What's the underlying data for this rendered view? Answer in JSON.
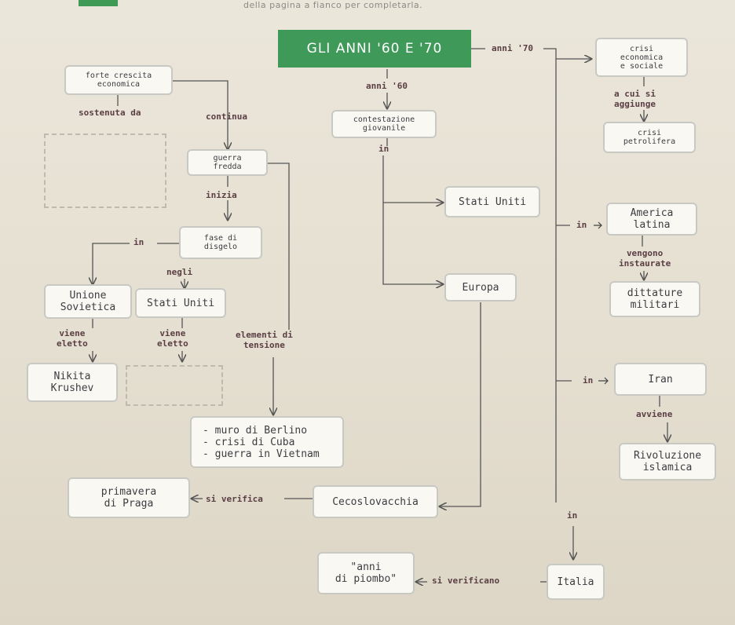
{
  "header": "della pagina a fianco per completarla.",
  "title": "GLI ANNI '60 E '70",
  "nodes": {
    "forte": "forte crescita\neconomica",
    "guerra_fredda": "guerra\nfredda",
    "disgelo": "fase di\ndisgelo",
    "urss": "Unione\nSovietica",
    "usa_left": "Stati Uniti",
    "krushev": "Nikita\nKrushev",
    "contestazione": "contestazione\ngiovanile",
    "stati_uniti": "Stati Uniti",
    "europa": "Europa",
    "tensioni": "- muro di Berlino\n- crisi di Cuba\n- guerra in Vietnam",
    "praga": "primavera\ndi Praga",
    "cecoslovacchia": "Cecoslovacchia",
    "anni_piombo": "\"anni\ndi piombo\"",
    "italia": "Italia",
    "crisi_economica": "crisi\neconomica\ne sociale",
    "crisi_petrolifera": "crisi\npetrolifera",
    "america_latina": "America\nlatina",
    "dittature": "dittature\nmilitari",
    "iran": "Iran",
    "rivoluzione": "Rivoluzione\nislamica"
  },
  "labels": {
    "sostenuta": "sostenuta da",
    "continua": "continua",
    "inizia": "inizia",
    "in_disgelo": "in",
    "negli": "negli",
    "viene_eletto_1": "viene\neletto",
    "viene_eletto_2": "viene\neletto",
    "elementi": "elementi di\ntensione",
    "anni60": "anni '60",
    "in_contest": "in",
    "anni70": "anni '70",
    "a_cui": "a cui si\naggiunge",
    "in_america": "in",
    "vengono": "vengono\ninstaurate",
    "in_iran": "in",
    "avviene": "avviene",
    "si_verifica": "si verifica",
    "in_italia": "in",
    "si_verificano": "si verificano"
  }
}
